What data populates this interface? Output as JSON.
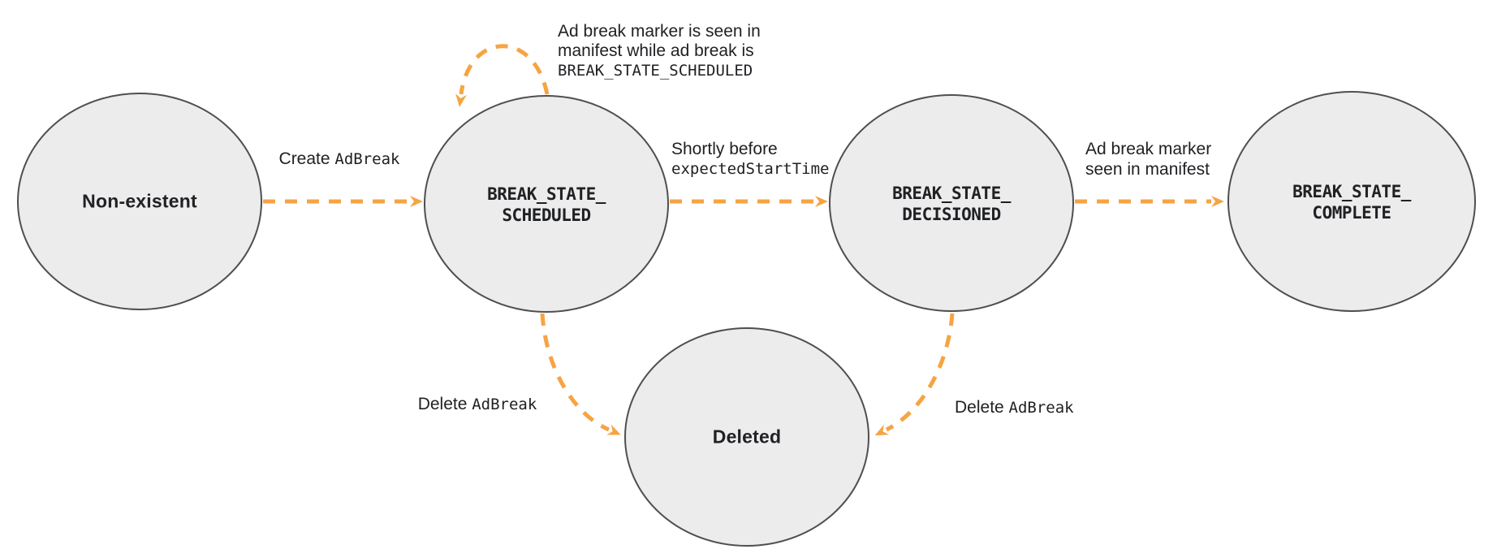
{
  "colors": {
    "arrow": "#F6A443",
    "node_fill": "#ECECEC",
    "node_stroke": "#4F4F4F",
    "text": "#202124",
    "background": "#FFFFFF"
  },
  "states": {
    "non_existent": {
      "label": "Non-existent"
    },
    "scheduled": {
      "line1": "BREAK_STATE_",
      "line2": "SCHEDULED"
    },
    "decisioned": {
      "line1": "BREAK_STATE_",
      "line2": "DECISIONED"
    },
    "complete": {
      "line1": "BREAK_STATE_",
      "line2": "COMPLETE"
    },
    "deleted": {
      "label": "Deleted"
    }
  },
  "transitions": {
    "create": {
      "text": "Create ",
      "code": "AdBreak"
    },
    "self_loop": {
      "line1": "Ad break marker is seen in",
      "line2": "manifest while ad break is",
      "code_line": "BREAK_STATE_SCHEDULED"
    },
    "to_decisioned": {
      "line1": "Shortly before",
      "code_line": "expectedStartTime"
    },
    "to_complete": {
      "line1": "Ad break marker",
      "line2": "seen in manifest"
    },
    "delete_from_scheduled": {
      "text": "Delete ",
      "code": "AdBreak"
    },
    "delete_from_decisioned": {
      "text": "Delete ",
      "code": "AdBreak"
    }
  }
}
